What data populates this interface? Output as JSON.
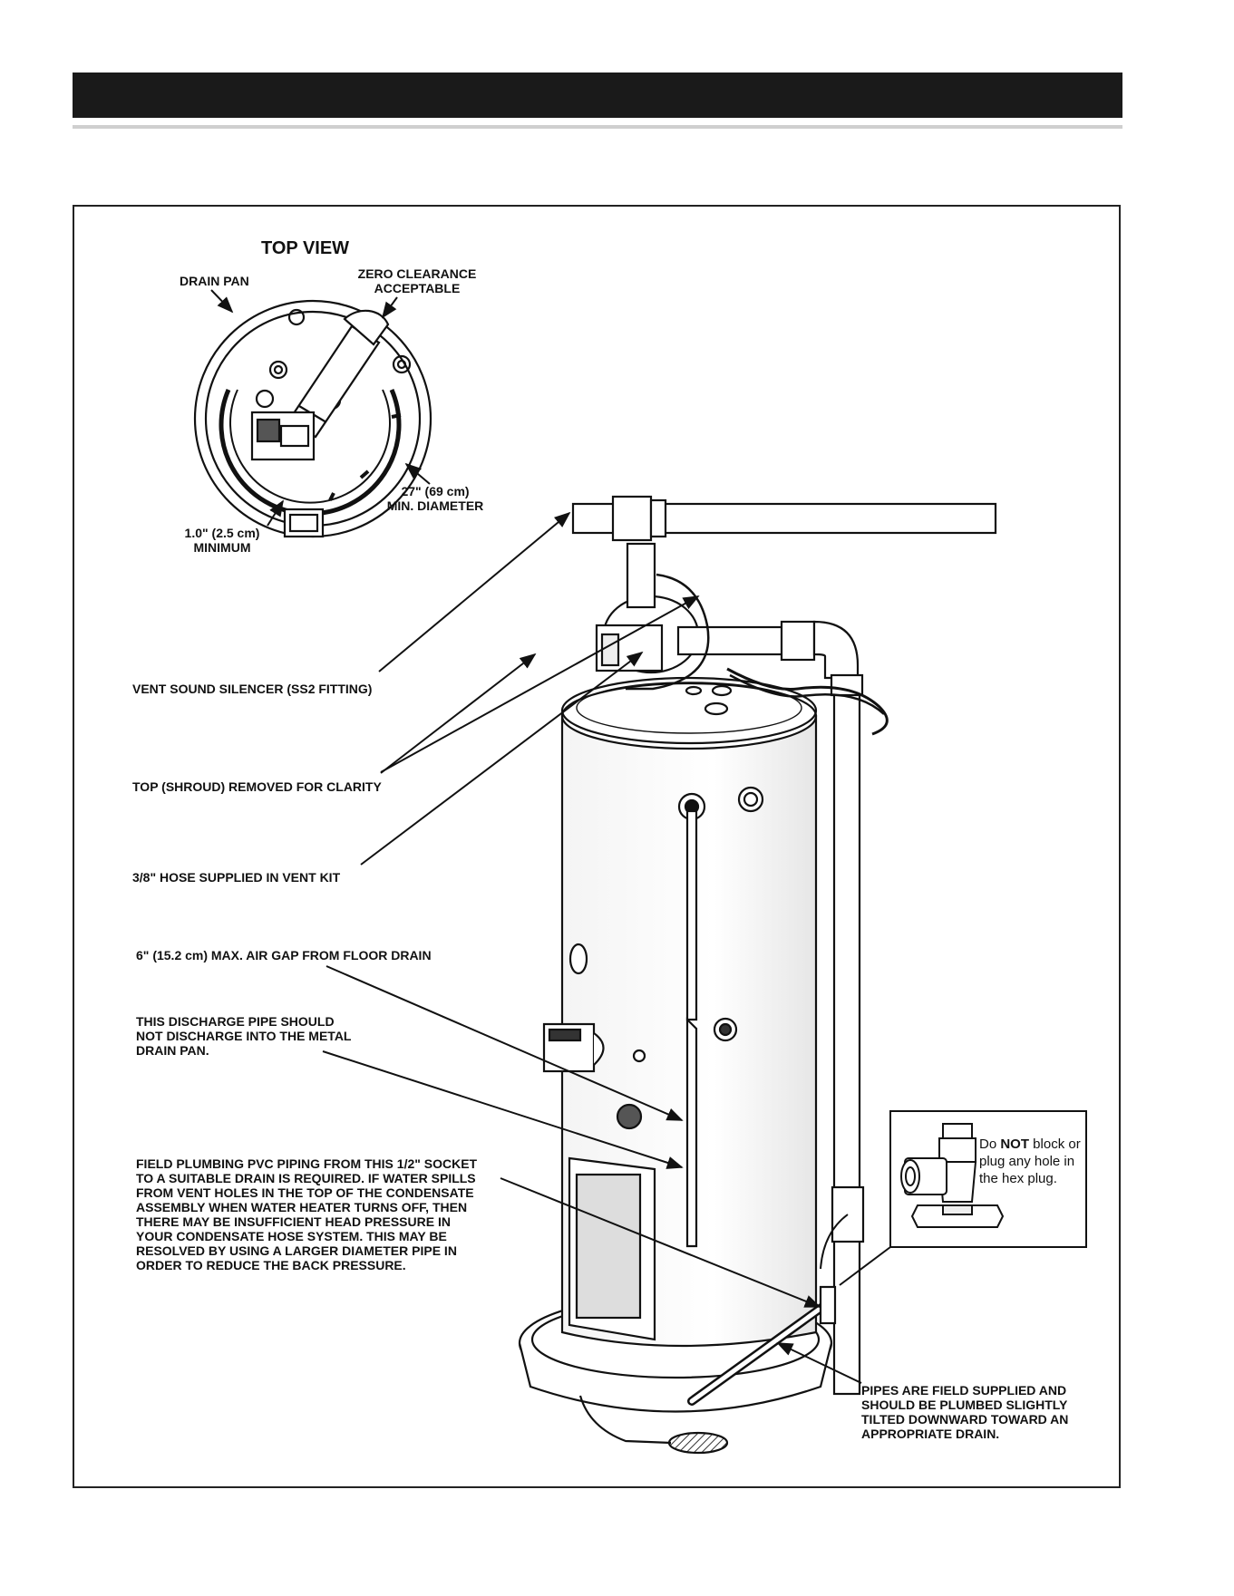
{
  "top_view": {
    "title": "TOP VIEW",
    "drain_pan": "DRAIN PAN",
    "zero_clearance": [
      "ZERO CLEARANCE",
      "ACCEPTABLE"
    ],
    "diameter": [
      "27\" (69 cm)",
      "MIN. DIAMETER"
    ],
    "minimum": [
      "1.0\" (2.5 cm)",
      "MINIMUM"
    ]
  },
  "callouts": {
    "vent_silencer": "VENT SOUND SILENCER (SS2 FITTING)",
    "shroud_removed": "TOP (SHROUD) REMOVED FOR CLARITY",
    "hose": "3/8\" HOSE SUPPLIED IN VENT KIT",
    "air_gap": "6\" (15.2 cm) MAX. AIR GAP FROM FLOOR DRAIN",
    "discharge": [
      "THIS DISCHARGE PIPE SHOULD",
      "NOT DISCHARGE INTO THE METAL",
      "DRAIN PAN."
    ],
    "field_plumbing": [
      "FIELD PLUMBING PVC PIPING FROM THIS 1/2\" SOCKET",
      "TO A SUITABLE DRAIN IS REQUIRED. IF WATER SPILLS",
      "FROM VENT HOLES IN THE TOP OF THE CONDENSATE",
      "ASSEMBLY WHEN WATER HEATER TURNS OFF, THEN",
      "THERE MAY BE INSUFFICIENT HEAD PRESSURE IN",
      "YOUR CONDENSATE HOSE SYSTEM. THIS MAY BE",
      "RESOLVED BY USING A LARGER DIAMETER PIPE IN",
      "ORDER TO REDUCE THE BACK PRESSURE."
    ],
    "pipes": [
      "PIPES ARE FIELD SUPPLIED AND",
      "SHOULD BE PLUMBED SLIGHTLY",
      "TILTED DOWNWARD TOWARD AN",
      "APPROPRIATE DRAIN."
    ]
  },
  "inset": {
    "note_pre": "Do ",
    "note_bold": "NOT",
    "note_post": " block or plug any hole in the hex plug."
  }
}
